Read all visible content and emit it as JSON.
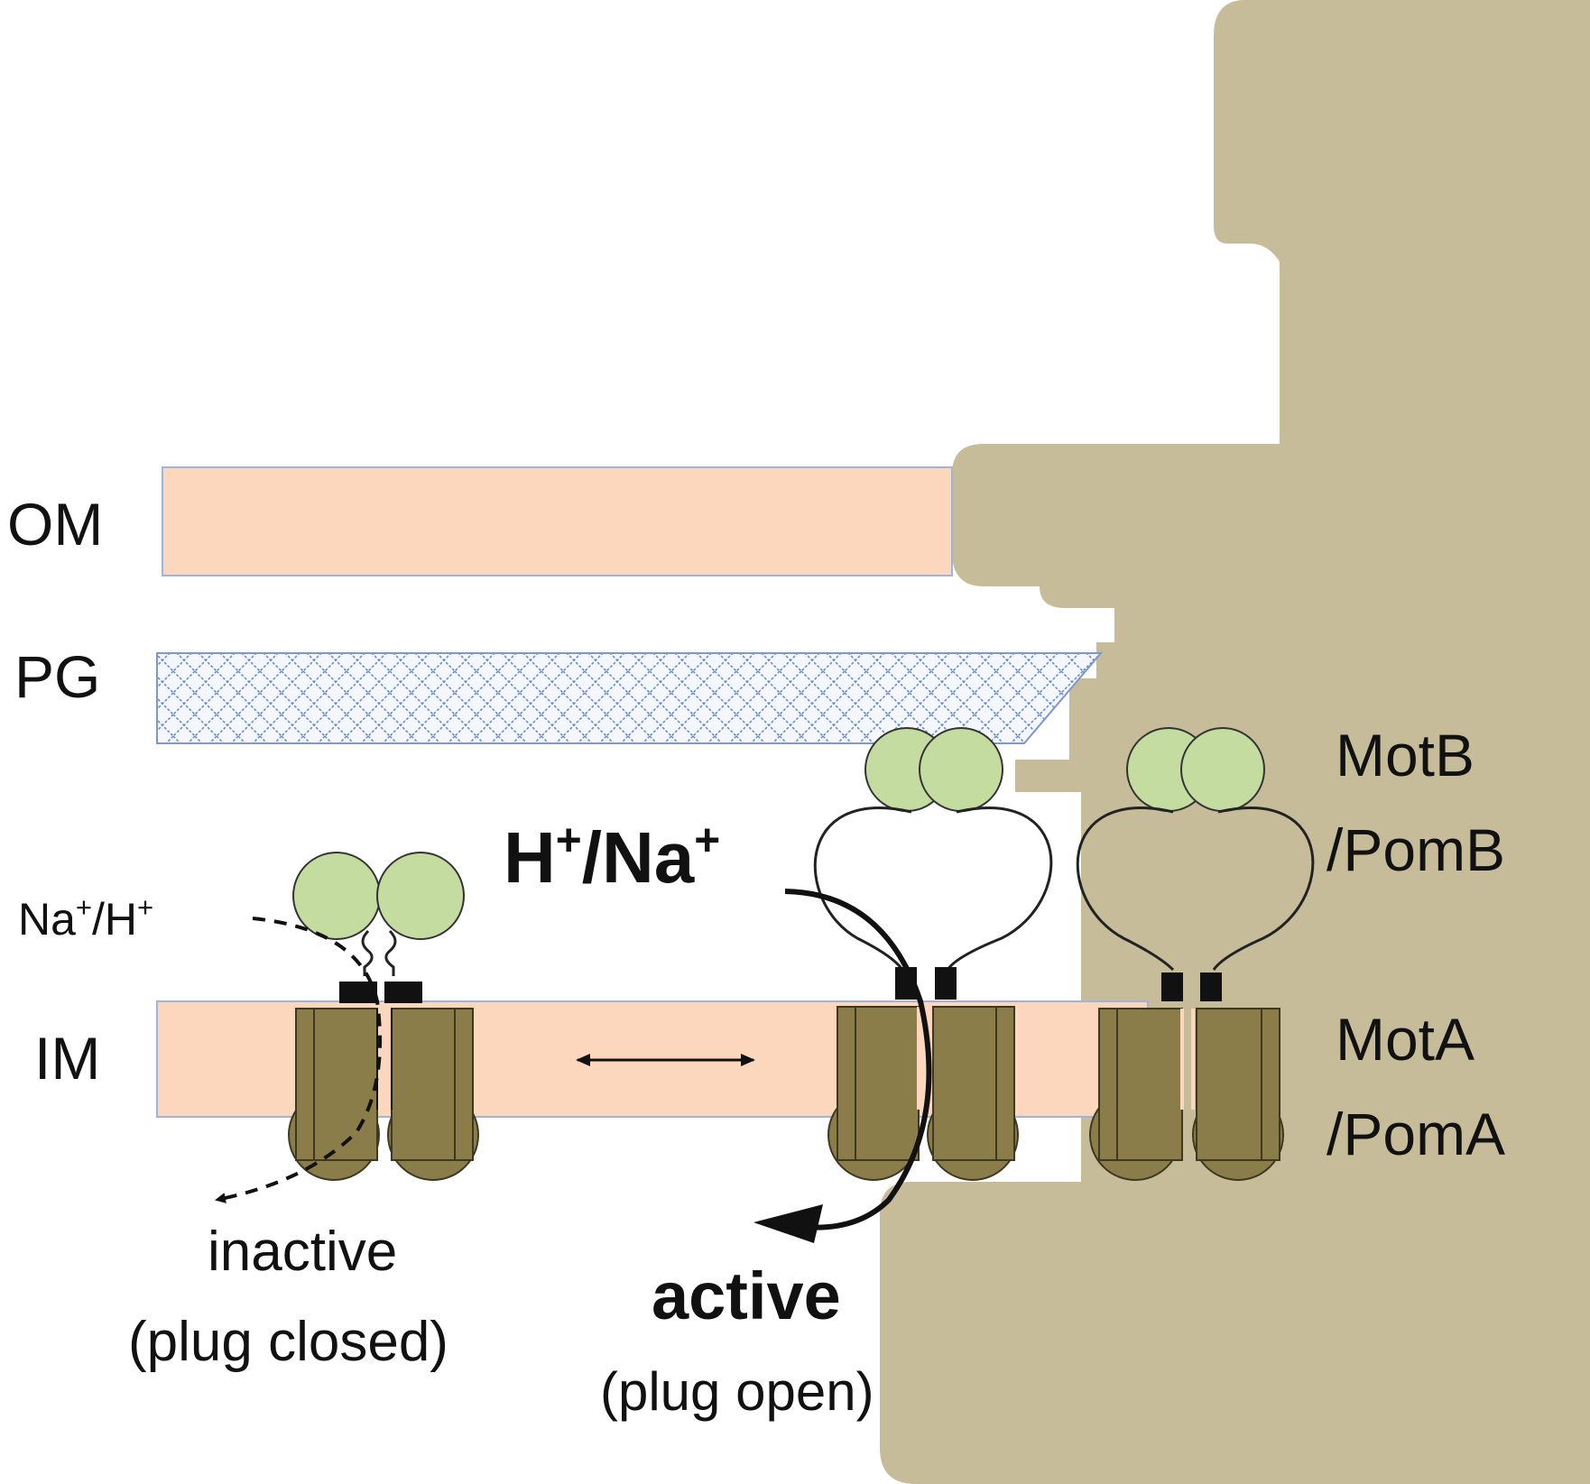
{
  "labels": {
    "om": "OM",
    "pg": "PG",
    "im": "IM",
    "motb_line1": "MotB",
    "motb_line2": "/PomB",
    "mota_line1": "MotA",
    "mota_line2": "/PomA"
  },
  "ions": {
    "active_main": "H",
    "active_sup1": "+",
    "active_sep": "/Na",
    "active_sup2": "+",
    "inactive_main": "Na",
    "inactive_sup1": "+",
    "inactive_sep": "/H",
    "inactive_sup2": "+"
  },
  "states": {
    "inactive_title": "inactive",
    "inactive_sub": "(plug closed)",
    "active_title": "active",
    "active_sub": "(plug open)"
  },
  "colors": {
    "membrane": "#fcd6bd",
    "peptidoglycan_pattern": "#5b7fc8",
    "basal_body": "#c6bc9a",
    "mota": "#8a7d4a",
    "motb_head": "#c4dca0",
    "plug": "#111111"
  }
}
